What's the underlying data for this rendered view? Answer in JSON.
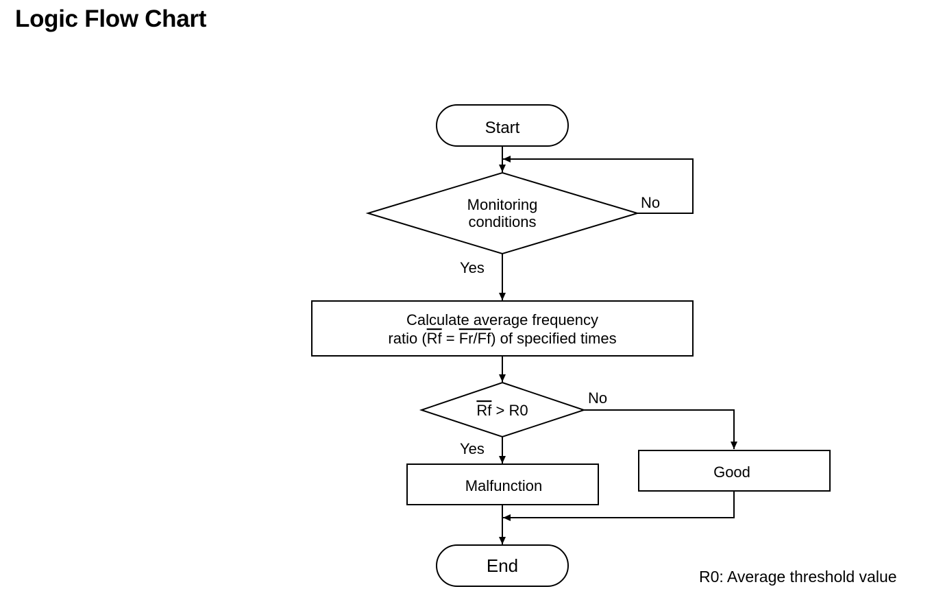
{
  "title": "Logic Flow Chart",
  "nodes": {
    "start": "Start",
    "monitoring": {
      "line1": "Monitoring",
      "line2": "conditions"
    },
    "calculate": {
      "line1": "Calculate average frequency",
      "line2_a": "ratio (",
      "line2_rf": "Rf",
      "line2_eq": " = ",
      "line2_fr": "Fr",
      "line2_slash": "/",
      "line2_ff": "Ff",
      "line2_b": ") of specified times"
    },
    "compare": {
      "rf": "Rf",
      "rest": " > R0"
    },
    "malfunction": "Malfunction",
    "good": "Good",
    "end": "End"
  },
  "branches": {
    "monitoring_no": "No",
    "monitoring_yes": "Yes",
    "compare_no": "No",
    "compare_yes": "Yes"
  },
  "note": "R0: Average threshold value"
}
